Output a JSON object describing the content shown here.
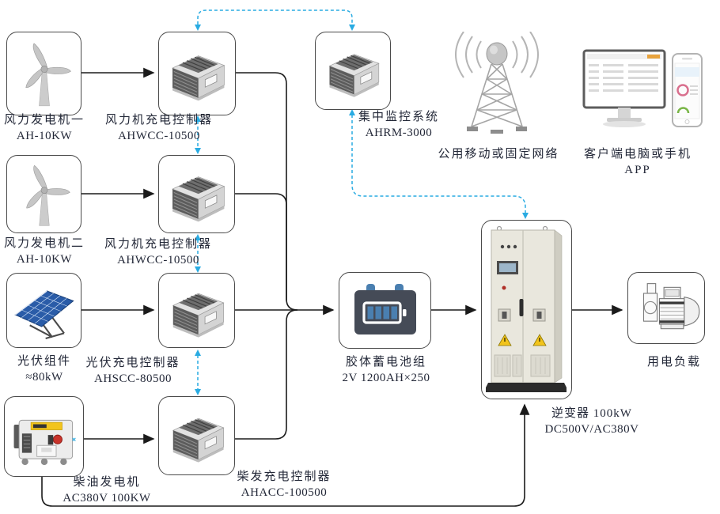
{
  "diagram": {
    "type": "system-block-diagram",
    "colors": {
      "power_line": "#1b1b1b",
      "comm_line": "#29abe2",
      "text": "#232838",
      "box_border": "#4a4a4a",
      "warning_yellow": "#f2c41c",
      "battery_blue": "#4a7fb0",
      "solar_blue": "#2a5ca8"
    },
    "nodes": {
      "wind1": {
        "label": "风力发电机一",
        "model": "AH-10KW"
      },
      "ctrl_wind1": {
        "label": "风力机充电控制器",
        "model": "AHWCC-10500"
      },
      "wind2": {
        "label": "风力发电机二",
        "model": "AH-10KW"
      },
      "ctrl_wind2": {
        "label": "风力机充电控制器",
        "model": "AHWCC-10500"
      },
      "pv": {
        "label": "光伏组件",
        "model": "≈80kW"
      },
      "ctrl_pv": {
        "label": "光伏充电控制器",
        "model": "AHSCC-80500"
      },
      "diesel": {
        "label": "柴油发电机",
        "model": "AC380V 100KW"
      },
      "ctrl_diesel": {
        "label": "柴发充电控制器",
        "model": "AHACC-100500"
      },
      "monitor": {
        "label": "集中监控系统",
        "model": "AHRM-3000"
      },
      "network": {
        "label": "公用移动或固定网络"
      },
      "client": {
        "label": "客户端电脑或手机APP"
      },
      "battery": {
        "label": "胶体蓄电池组",
        "model": "2V 1200AH×250"
      },
      "inverter": {
        "label": "逆变器 100kW",
        "model": "DC500V/AC380V"
      },
      "load": {
        "label": "用电负载"
      }
    },
    "edges": {
      "power": [
        "wind1→ctrl_wind1",
        "wind2→ctrl_wind2",
        "pv→ctrl_pv",
        "diesel→ctrl_diesel",
        "ctrl_wind1→battery",
        "ctrl_wind2→battery",
        "ctrl_pv→battery",
        "ctrl_diesel→battery",
        "battery→inverter",
        "inverter→load",
        "diesel→inverter"
      ],
      "comm_dashed": [
        "ctrl_wind1↔monitor",
        "ctrl_wind1↔ctrl_wind2",
        "ctrl_wind2↔ctrl_pv",
        "ctrl_pv↔ctrl_diesel",
        "monitor↔inverter"
      ]
    }
  }
}
